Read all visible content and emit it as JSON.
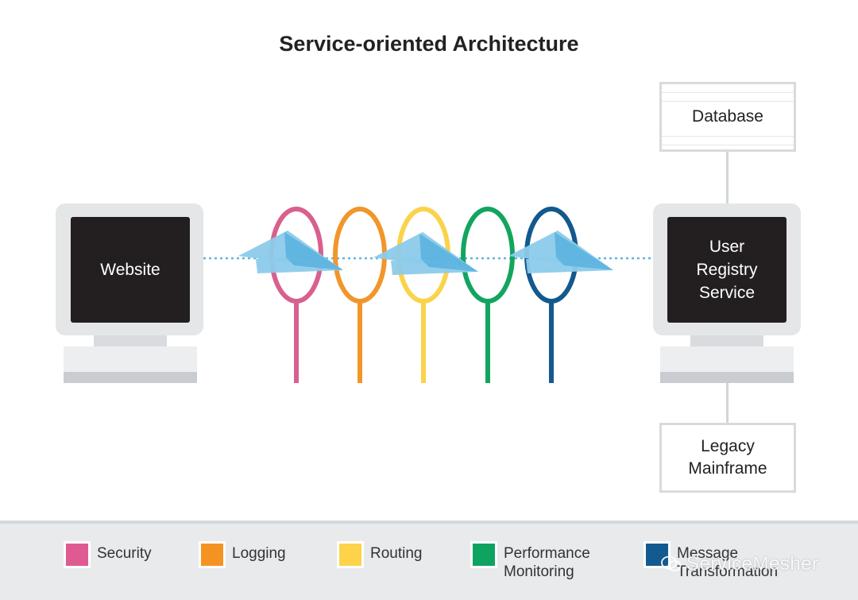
{
  "title": "Service-oriented Architecture",
  "left_computer": {
    "label": "Website"
  },
  "right_computer": {
    "label": "User\nRegistry\nService"
  },
  "database": {
    "label": "Database"
  },
  "mainframe": {
    "label": "Legacy\nMainframe"
  },
  "rings": [
    {
      "name": "security",
      "color": "#d8608f"
    },
    {
      "name": "logging",
      "color": "#f1962a"
    },
    {
      "name": "routing",
      "color": "#fbd34a"
    },
    {
      "name": "performance-monitoring",
      "color": "#13a55f"
    },
    {
      "name": "message-transformation",
      "color": "#13598e"
    }
  ],
  "colors": {
    "plane": "#8ccbeb",
    "plane_dark": "#5fb4e0",
    "dotted_line": "#5fb4e0"
  },
  "legend": [
    {
      "label": "Security",
      "color": "#e05a92"
    },
    {
      "label": "Logging",
      "color": "#f59322"
    },
    {
      "label": "Routing",
      "color": "#fdd34a"
    },
    {
      "label": "Performance\nMonitoring",
      "color": "#0fa362"
    },
    {
      "label": "Message\nTransformation",
      "color": "#135b8f"
    }
  ],
  "watermark": {
    "text": "ServiceMesher",
    "icon": "wechat-icon"
  }
}
